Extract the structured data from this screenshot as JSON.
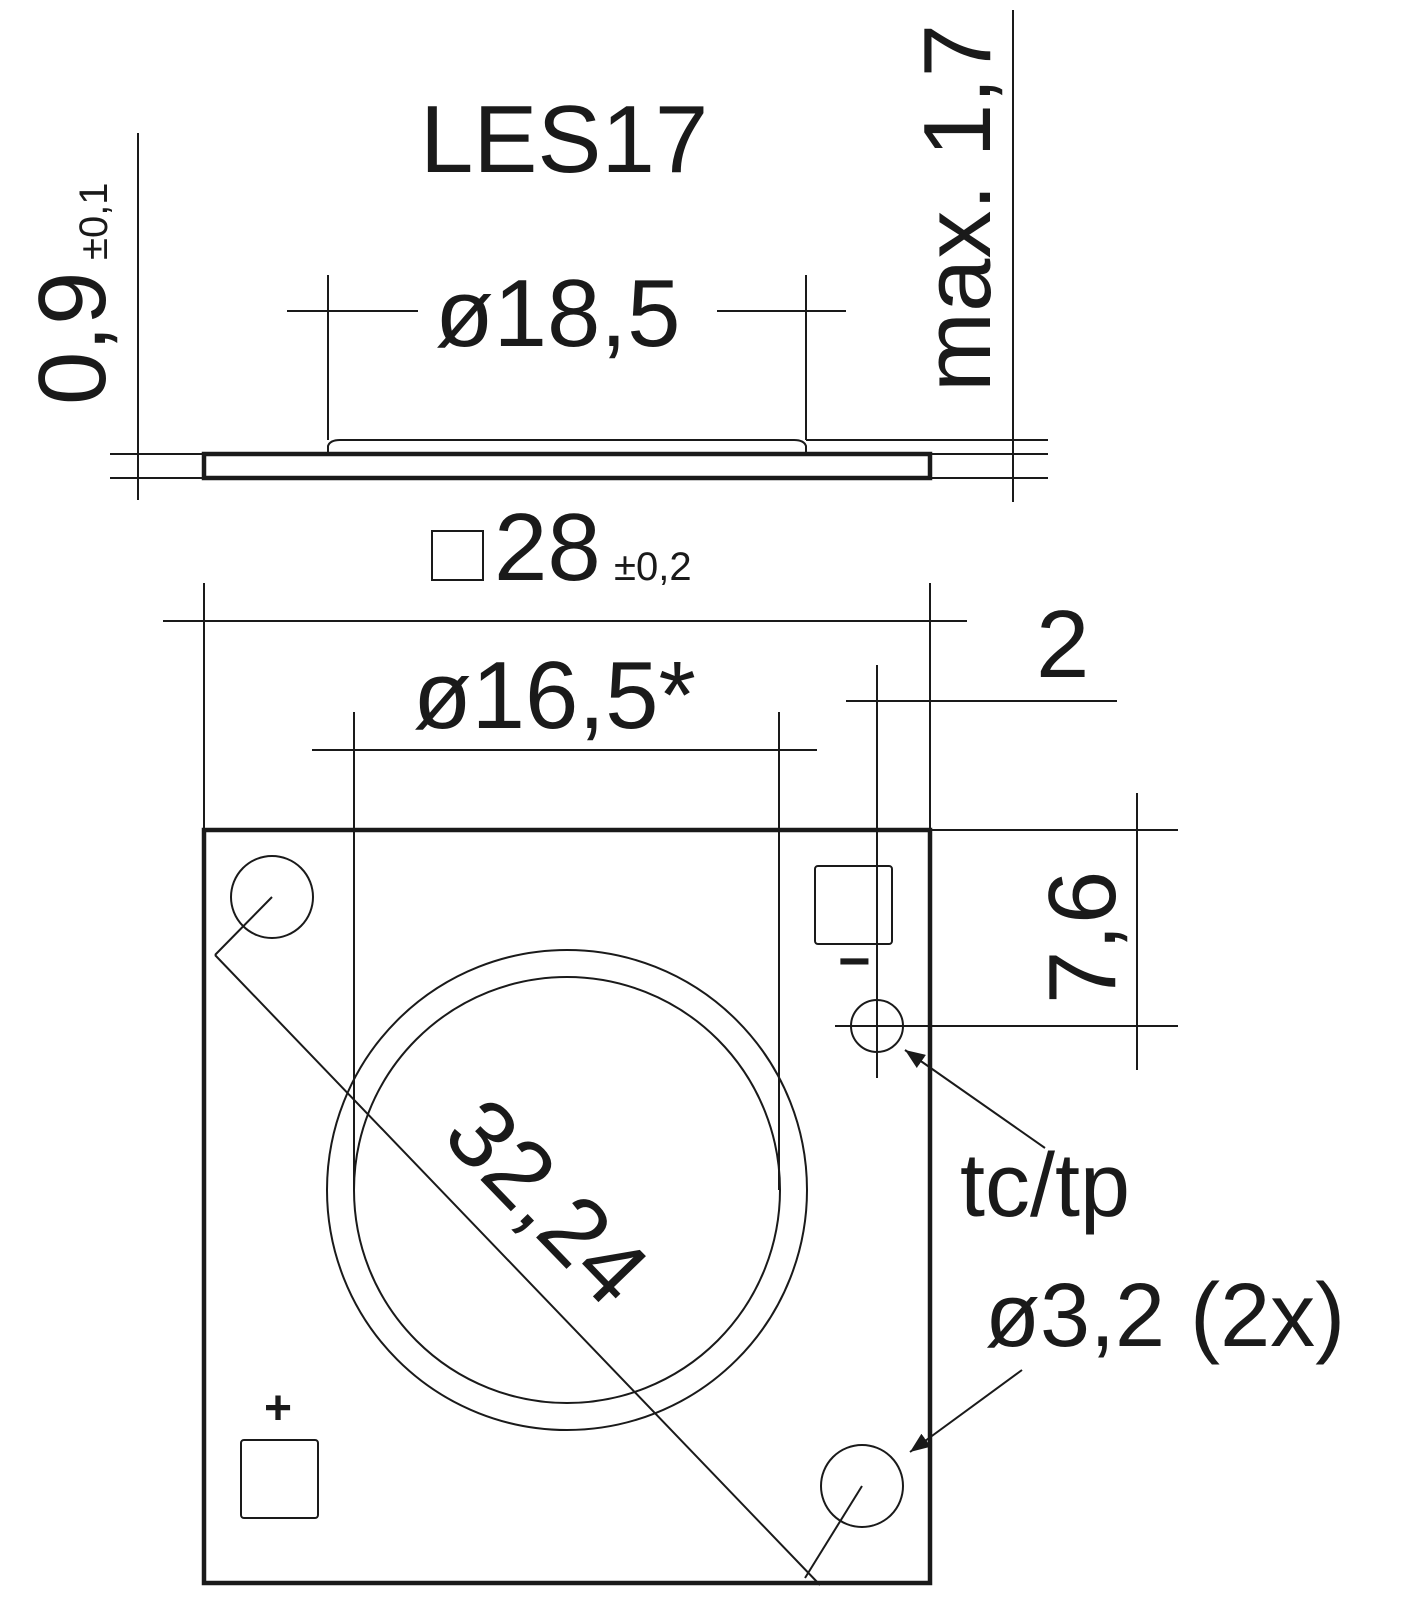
{
  "title": "LES17",
  "side_view": {
    "thickness": "0,9",
    "thickness_tol": "±0,1",
    "max_height": "max. 1,7",
    "dome_diameter": "ø18,5"
  },
  "top_view": {
    "board_size_symbol": "□",
    "board_size": "28",
    "board_size_tol": "±0,2",
    "les_diameter": "ø16,5*",
    "tc_offset_x": "2",
    "tc_offset_y": "7,6",
    "diagonal": "32,24",
    "tc_label": "tc/tp",
    "hole_label": "ø3,2 (2x)",
    "minus": "−",
    "plus": "+"
  }
}
